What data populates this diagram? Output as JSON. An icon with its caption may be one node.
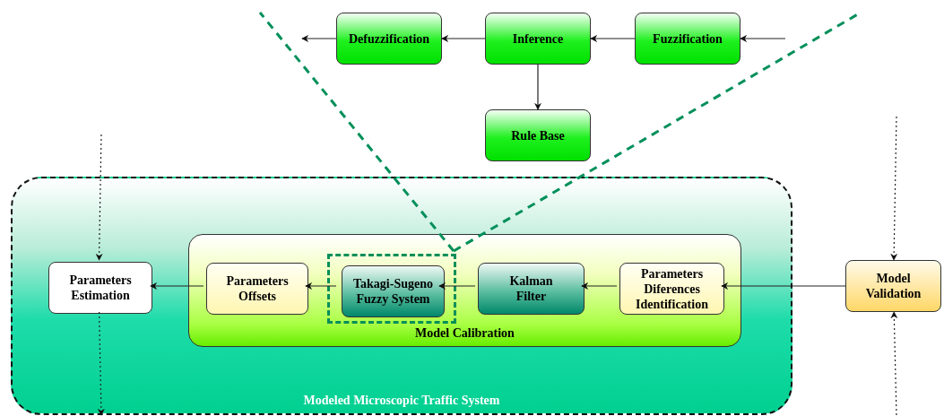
{
  "diagram": {
    "nodes": [
      {
        "text": [
          "Defuzzification"
        ]
      },
      {
        "text": [
          "Inference"
        ]
      },
      {
        "text": [
          "Fuzzification"
        ]
      },
      {
        "text": [
          "Rule Base"
        ]
      },
      {
        "text": [
          "Modeled Microscopic Traffic System"
        ]
      },
      {
        "text": [
          "Parameters Estimation"
        ],
        "in": 4
      },
      {
        "text": [
          "Model Calibration"
        ],
        "in": 4
      },
      {
        "text": [
          "Parameters Offsets"
        ],
        "in": 6
      },
      {
        "text": [],
        "shape": "box",
        "in": 6
      },
      {
        "text": [
          "Takagi-Sugeno Fuzzy System"
        ],
        "in": 8
      },
      {
        "text": [
          "Kalman Filter"
        ],
        "in": 6
      },
      {
        "text": [
          "Parameters Diferences Identification"
        ],
        "in": 6
      },
      {
        "text": [
          "Model Validation"
        ]
      }
    ],
    "edges": [
      {
        "from": null,
        "to": 2,
        "arrow": "to"
      },
      {
        "from": 2,
        "to": 1,
        "arrow": "to"
      },
      {
        "from": 1,
        "to": 0,
        "arrow": "to"
      },
      {
        "from": 0,
        "to": null,
        "arrow": "to"
      },
      {
        "from": 1,
        "to": 3,
        "arrow": "to"
      },
      {
        "from": null,
        "to": 5,
        "arrow": "to",
        "style": "dashed"
      },
      {
        "from": 5,
        "to": null,
        "arrow": "to",
        "style": "dashed"
      },
      {
        "from": 12,
        "to": 11,
        "arrow": "to"
      },
      {
        "from": 11,
        "to": 10,
        "arrow": "to"
      },
      {
        "from": 10,
        "to": 9,
        "arrow": "to"
      },
      {
        "from": 9,
        "to": 7,
        "arrow": "to"
      },
      {
        "from": 7,
        "to": 5,
        "arrow": "to"
      },
      {
        "from": null,
        "to": 12,
        "arrow": "to",
        "style": "dashed"
      },
      {
        "from": null,
        "to": 12,
        "arrow": "to",
        "style": "dashed"
      },
      {
        "from": 8,
        "to": null,
        "arrow": "none",
        "style": "dashed",
        "color": "#008f5a"
      },
      {
        "from": 8,
        "to": null,
        "arrow": "none",
        "style": "dashed",
        "color": "#008f5a"
      }
    ]
  }
}
